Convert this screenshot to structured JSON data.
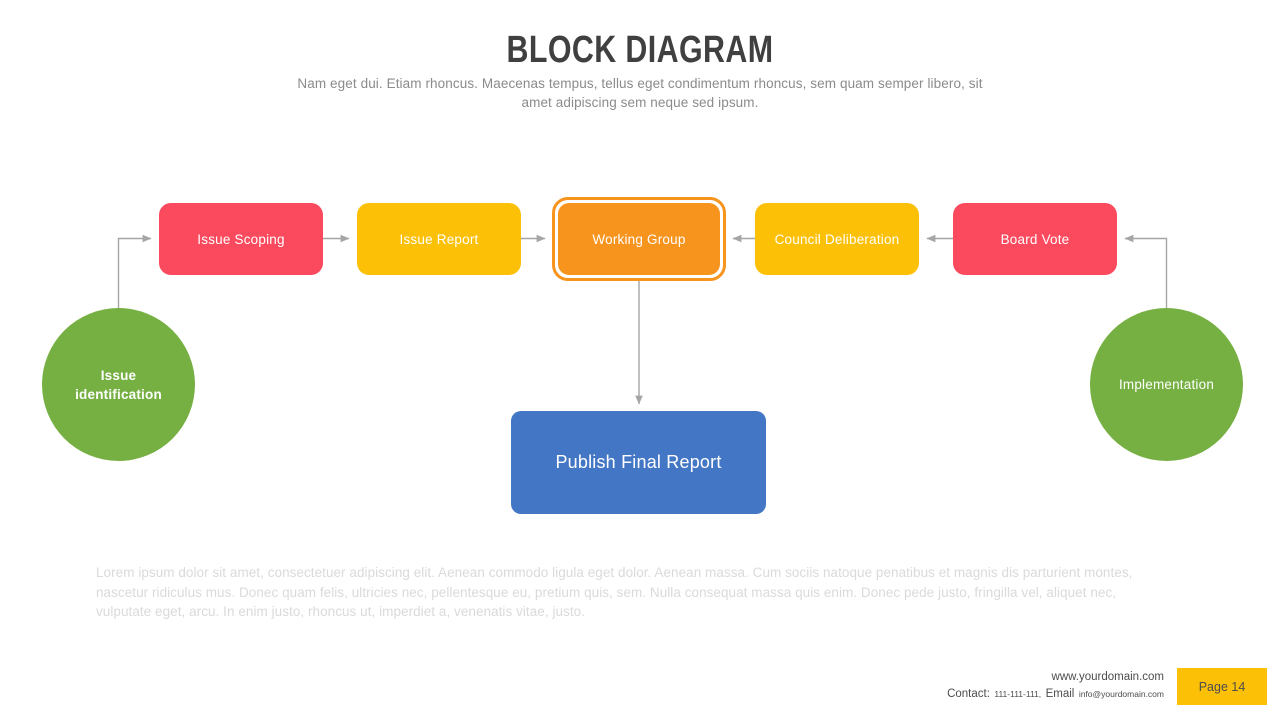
{
  "header": {
    "title": "BLOCK DIAGRAM",
    "subtitle": "Nam eget dui. Etiam rhoncus. Maecenas tempus, tellus eget condimentum  rhoncus, sem quam semper libero, sit amet adipiscing sem neque sed ipsum."
  },
  "diagram": {
    "nodes": {
      "issue_identification": "Issue\nidentification",
      "issue_identification_line1": "Issue",
      "issue_identification_line2": "identification",
      "issue_scoping": "Issue Scoping",
      "issue_report": "Issue Report",
      "working_group": "Working  Group",
      "council_deliberation": "Council Deliberation",
      "board_vote": "Board Vote",
      "implementation": "Implementation",
      "publish_final_report": "Publish Final Report"
    },
    "colors": {
      "red": "#fb4a5e",
      "yellow": "#fcc006",
      "orange": "#f7941e",
      "green": "#76b043",
      "blue": "#4376c4",
      "connector": "#a6a6a6"
    },
    "flow": [
      {
        "from": "issue_identification",
        "to": "issue_scoping"
      },
      {
        "from": "issue_scoping",
        "to": "issue_report"
      },
      {
        "from": "issue_report",
        "to": "working_group"
      },
      {
        "from": "board_vote",
        "to": "council_deliberation"
      },
      {
        "from": "council_deliberation",
        "to": "working_group"
      },
      {
        "from": "implementation",
        "to": "board_vote"
      },
      {
        "from": "working_group",
        "to": "publish_final_report"
      }
    ]
  },
  "body": {
    "paragraph": "Lorem ipsum dolor sit amet, consectetuer adipiscing elit. Aenean commodo  ligula eget dolor. Aenean massa. Cum sociis natoque penatibus et magnis dis parturient montes, nascetur ridiculus mus. Donec quam felis, ultricies nec, pellentesque eu, pretium  quis, sem. Nulla consequat massa quis enim. Donec pede justo, fringilla vel, aliquet nec, vulputate eget, arcu. In enim justo, rhoncus ut, imperdiet a, venenatis vitae, justo."
  },
  "footer": {
    "website": "www.yourdomain.com",
    "contact_label": "Contact:",
    "contact_phone": "111-111-111,",
    "email_label": "Email",
    "email_address": "info@yourdomain.com",
    "page_label": "Page 14"
  }
}
